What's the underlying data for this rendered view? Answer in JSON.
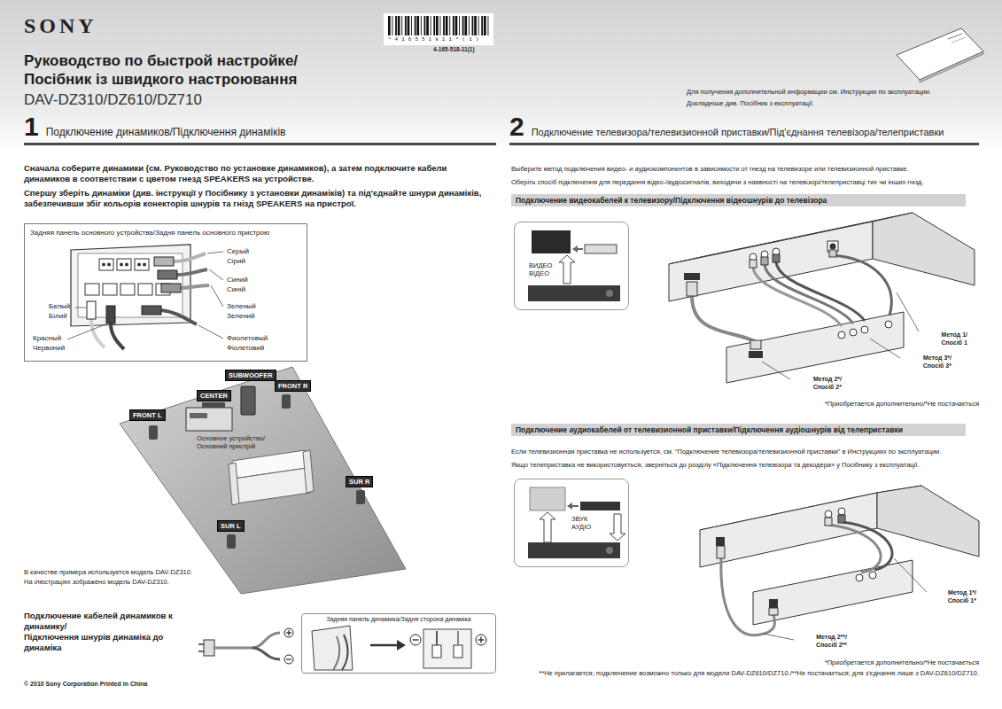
{
  "diagram": {
    "title": "Руководство по быстрой настройке/ Посібник із швидкого настроювання",
    "nodes": [
      {
        "text": [
          "1",
          "Подключение динамиков/Підключення динаміків"
        ]
      },
      {
        "text": [
          "Задняя панель основного устройства/Задня панель основного пристрою"
        ]
      },
      {
        "text": [
          "SUBWOOFER"
        ]
      },
      {
        "text": [
          "CENTER"
        ]
      },
      {
        "text": [
          "FRONT R"
        ]
      },
      {
        "text": [
          "FRONT L"
        ]
      },
      {
        "text": [
          "SUR R"
        ]
      },
      {
        "text": [
          "SUR L"
        ]
      },
      {
        "text": [
          "Задняя панель динамика/Задня сторона динаміка"
        ]
      },
      {
        "text": [
          "2",
          "Подключение телевизора/телевизионной приставки/Під'єднання телевізора/телеприставки"
        ]
      },
      {
        "text": [
          "Подключение видеокабелей к телевизору/Підключення відеошнурів до телевізора"
        ]
      },
      {
        "text": [
          "ВИДЕО ВІДЕО"
        ]
      },
      {
        "text": [
          "Подключение аудиокабелей от телевизионной приставки/Підключення аудіошнурів від телеприставки"
        ]
      },
      {
        "text": [
          "ЗВУК АУДІО"
        ]
      }
    ],
    "labels": [
      "SONY",
      "*416551811*(1)",
      "4-165-518-11(1)",
      "DAV-DZ310/DZ610/DZ710",
      "Для получения дополнительной информации см. Инструкции по эксплуатации.",
      "Докладніше див. Посібник з експлуатації.",
      "Сначала соберите динамики (см. Руководство по установке динамиков), а затем подключите кабели динамиков в соответствии с цветом гнезд SPEAKERS на устройстве.",
      "Спершу зберіть динаміки (див. інструкції у Посібнику з установки динаміків) та під'єднайте шнури динаміків, забезпечивши збіг кольорів конекторів шнурів та гнізд SPEAKERS на пристрої.",
      "Серый",
      "Сірий",
      "Синий",
      "Синій",
      "Зеленый",
      "Зелений",
      "Белый",
      "Білий",
      "Красный",
      "Червоний",
      "Фиолетовый",
      "Фіолетовий",
      "Основное устройство/ Основний пристрій",
      "В качестве примера используется модель DAV-DZ310.",
      "На ілюстраціях зображено модель DAV-DZ310.",
      "Подключение кабелей динамиков к динамику/",
      "Підключення шнурів динаміка до динаміка",
      "© 2010 Sony Corporation Printed in China",
      "Выберите метод подключения видео- и аудиокомпонентов в зависимости от гнезд на телевизоре или телевизионной приставке.",
      "Оберіть спосіб підключення для передання відео-/аудіосигналів, виходячи з наявності на телевізорі/телеприставці тих чи інших гнізд.",
      "Метод 1/ Спосіб 1",
      "Метод 3*/ Спосіб 3*",
      "Метод 2*/ Спосіб 2*",
      "*Приобретается дополнительно/*Не постачається",
      "Если телевизионная приставка не используется, см. “Подключение телевизора/телевизионной приставки” в Инструкциях по эксплуатации.",
      "Якщо телеприставка не використовується, зверніться до розділу «Підключення телевізора та декодера» у Посібнику з експлуатації.",
      "Метод 1*/ Спосіб 1*",
      "Метод 2**/ Спосіб 2**",
      "*Приобретается дополнительно/*Не постачається",
      "**Не прилагается; подключение возможно только для модели DAV-DZ610/DZ710./**Не постачається; для з'єднання лише з DAV-DZ610/DZ710."
    ]
  }
}
